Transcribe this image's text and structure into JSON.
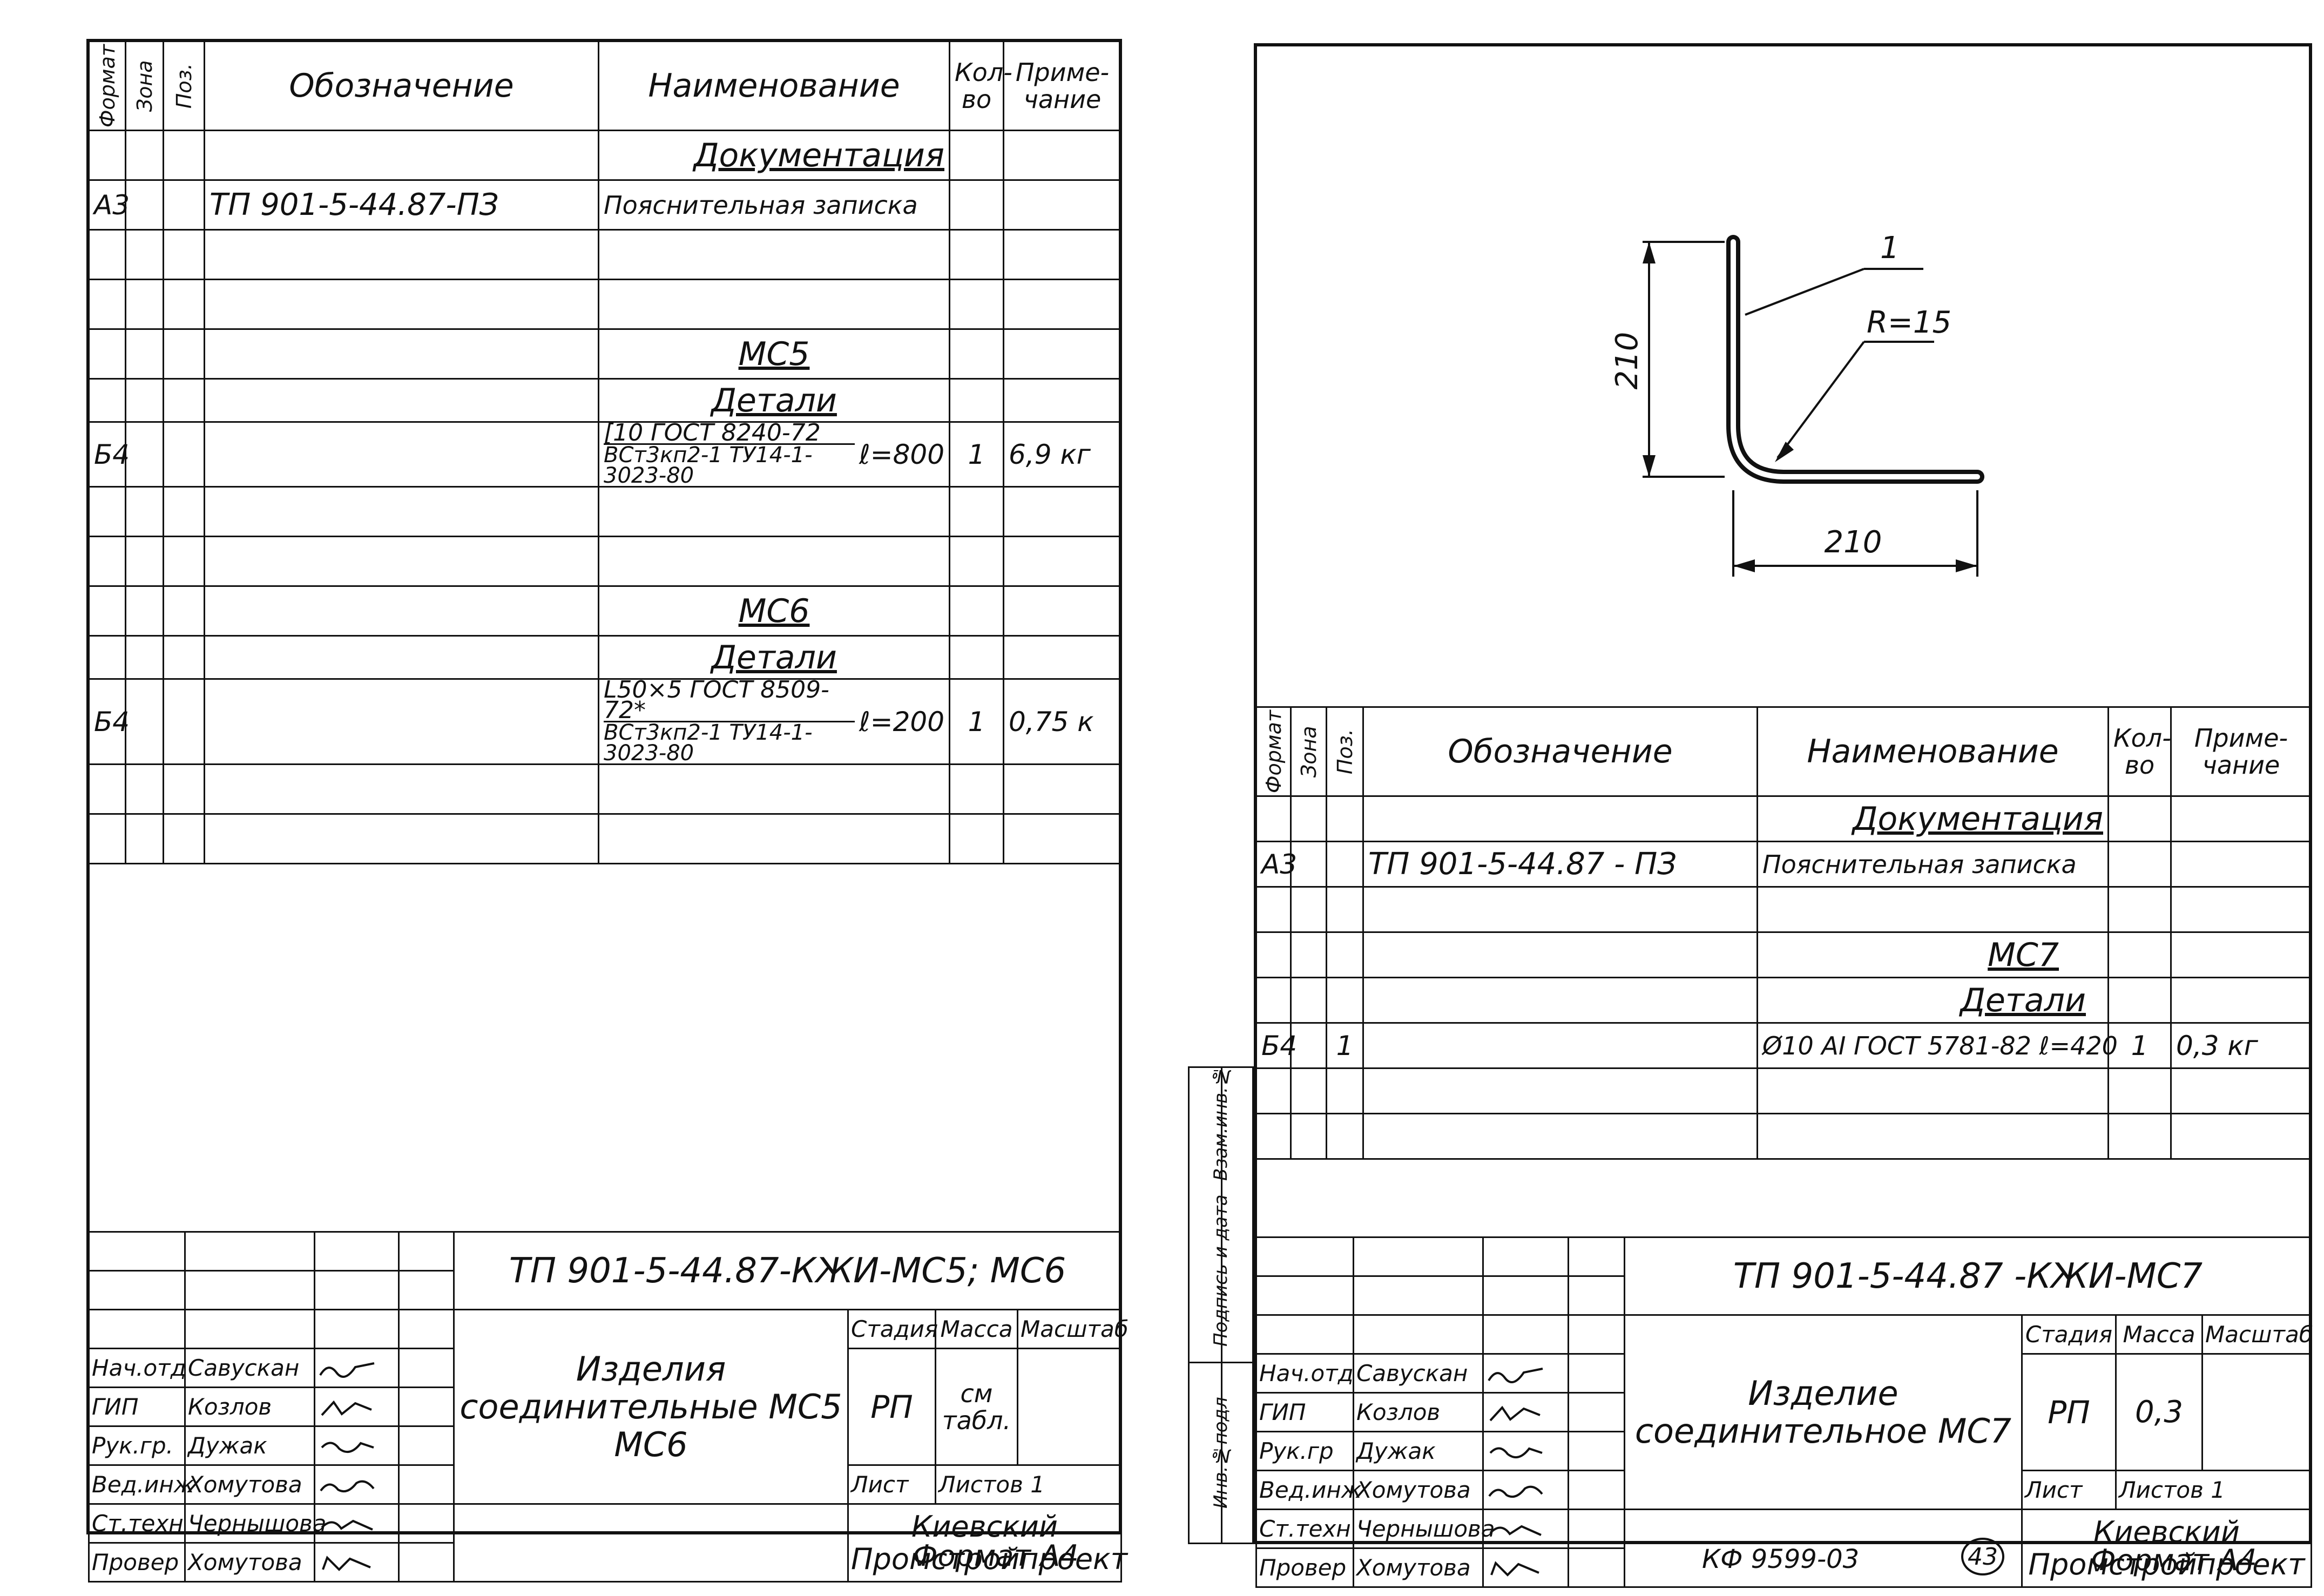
{
  "headers": {
    "format": "Формат",
    "zone": "Зона",
    "pos": "Поз.",
    "designation": "Обозначение",
    "name": "Наименование",
    "qty": "Кол- во",
    "note": "Приме- чание"
  },
  "left": {
    "section_docs": "Документация",
    "doc_row": {
      "format": "А3",
      "designation": "ТП 901-5-44.87-ПЗ",
      "name": "Пояснительная записка"
    },
    "mc5": {
      "title": "МС5",
      "details": "Детали",
      "row": {
        "format": "Б4",
        "name_line1": "[10 ГОСТ 8240-72",
        "name_line2": "ВСт3кп2-1 ТУ14-1-3023-80",
        "length": "ℓ=800",
        "qty": "1",
        "note": "6,9 кг"
      }
    },
    "mc6": {
      "title": "МС6",
      "details": "Детали",
      "row": {
        "format": "Б4",
        "name_line1": "L50×5 ГОСТ 8509-72*",
        "name_line2": "ВСт3кп2-1 ТУ14-1-3023-80",
        "length": "ℓ=200",
        "qty": "1",
        "note": "0,75 к"
      }
    },
    "title_block": {
      "code": "ТП 901-5-44.87-КЖИ-МС5; МС6",
      "product_name_1": "Изделия",
      "product_name_2": "соединительные МС5",
      "product_name_3": "МС6",
      "stage_label": "Стадия",
      "mass_label": "Масса",
      "scale_label": "Масштаб",
      "stage": "РП",
      "mass": "см табл.",
      "sheet_label": "Лист",
      "sheets_label": "Листов 1",
      "org": "Киевский Промстройпроект",
      "people": [
        {
          "role": "Нач.отд",
          "name": "Савускан"
        },
        {
          "role": "ГИП",
          "name": "Козлов"
        },
        {
          "role": "Рук.гр.",
          "name": "Дужак"
        },
        {
          "role": "Вед.инж",
          "name": "Хомутова"
        },
        {
          "role": "Ст.техн",
          "name": "Чернышова"
        },
        {
          "role": "Провер",
          "name": "Хомутова"
        }
      ]
    },
    "format_note": "Формат А4"
  },
  "right": {
    "drawing": {
      "pos_label": "1",
      "radius_label": "R=15",
      "dim_vertical": "210",
      "dim_horizontal": "210"
    },
    "section_docs": "Документация",
    "doc_row": {
      "format": "А3",
      "designation": "ТП 901-5-44.87 - ПЗ",
      "name": "Пояснительная записка"
    },
    "mc7": {
      "title": "МС7",
      "details": "Детали",
      "row": {
        "format": "Б4",
        "pos": "1",
        "name": "Ø10 АI ГОСТ 5781-82 ℓ=420",
        "qty": "1",
        "note": "0,3 кг"
      }
    },
    "side_strip": [
      "Инв.№подл",
      "Подпись и дата",
      "Взам.инв.№"
    ],
    "title_block": {
      "code": "ТП 901-5-44.87 -КЖИ-МС7",
      "product_name_1": "Изделие",
      "product_name_2": "соединительное МС7",
      "stage_label": "Стадия",
      "mass_label": "Масса",
      "scale_label": "Масштаб",
      "stage": "РП",
      "mass": "0,3",
      "sheet_label": "Лист",
      "sheets_label": "Листов 1",
      "org": "Киевский Промстройпроект",
      "people": [
        {
          "role": "Нач.отд",
          "name": "Савускан"
        },
        {
          "role": "ГИП",
          "name": "Козлов"
        },
        {
          "role": "Рук.гр",
          "name": "Дужак"
        },
        {
          "role": "Вед.инж",
          "name": "Хомутова"
        },
        {
          "role": "Ст.техн",
          "name": "Чернышова"
        },
        {
          "role": "Провер",
          "name": "Хомутова"
        }
      ]
    },
    "archive_code": "КФ 9599-03",
    "page_number": "43",
    "format_note": "Формат А4"
  }
}
